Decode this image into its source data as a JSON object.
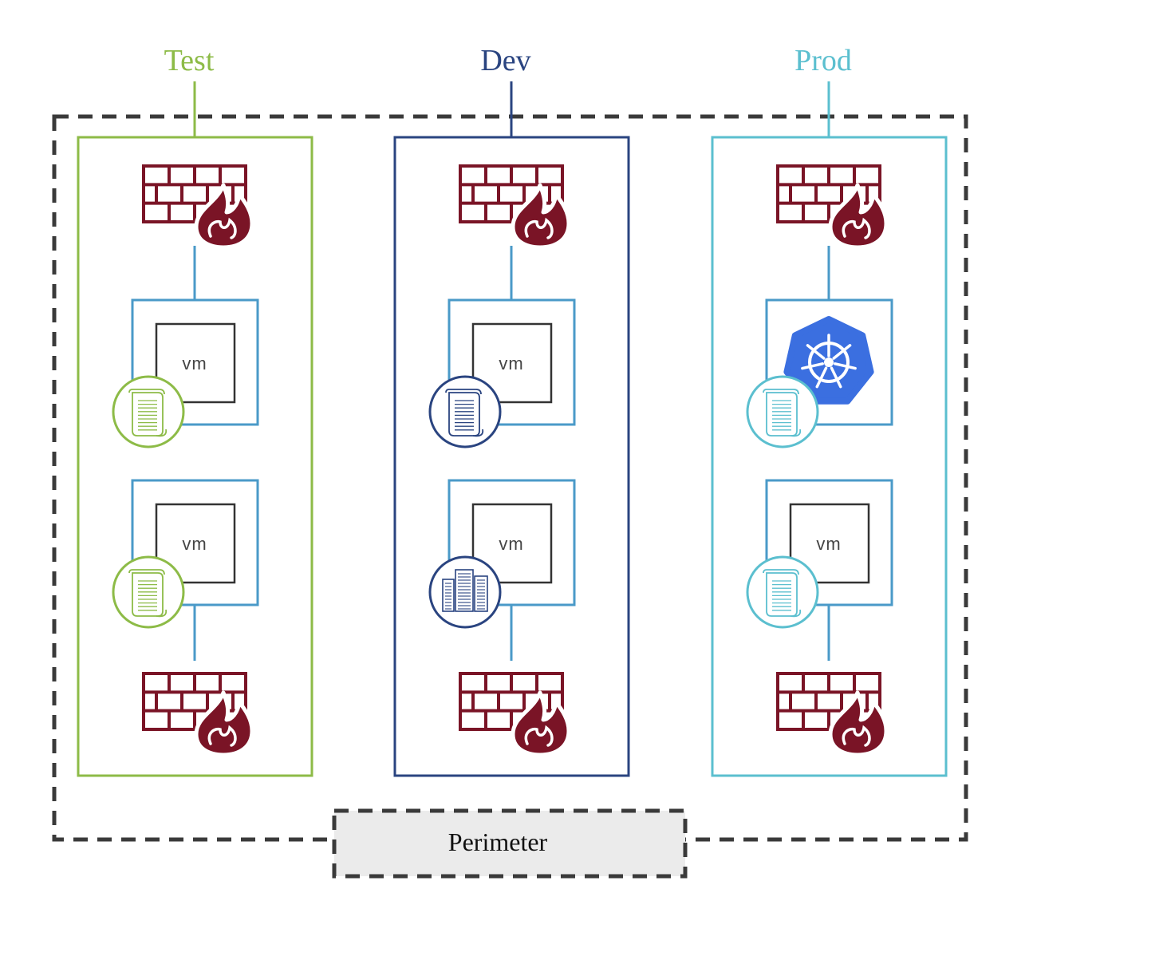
{
  "diagram": {
    "perimeter_label": "Perimeter",
    "vm_label": "vm",
    "environments": [
      {
        "name": "Test",
        "color": "#8dbb47",
        "nodes": [
          {
            "kind": "vm",
            "badge": "scroll-icon"
          },
          {
            "kind": "vm",
            "badge": "scroll-icon"
          }
        ]
      },
      {
        "name": "Dev",
        "color": "#2a4480",
        "nodes": [
          {
            "kind": "vm",
            "badge": "scroll-icon"
          },
          {
            "kind": "vm",
            "badge": "buildings-icon"
          }
        ]
      },
      {
        "name": "Prod",
        "color": "#5bbfcf",
        "nodes": [
          {
            "kind": "kubernetes",
            "badge": "scroll-icon"
          },
          {
            "kind": "vm",
            "badge": "scroll-icon"
          }
        ]
      }
    ],
    "colors": {
      "firewall": "#7a1426",
      "node_border": "#4a9ac8",
      "perimeter": "#3a3a3a",
      "perimeter_fill": "#ebebeb",
      "kubernetes": "#3b6fe0"
    }
  }
}
